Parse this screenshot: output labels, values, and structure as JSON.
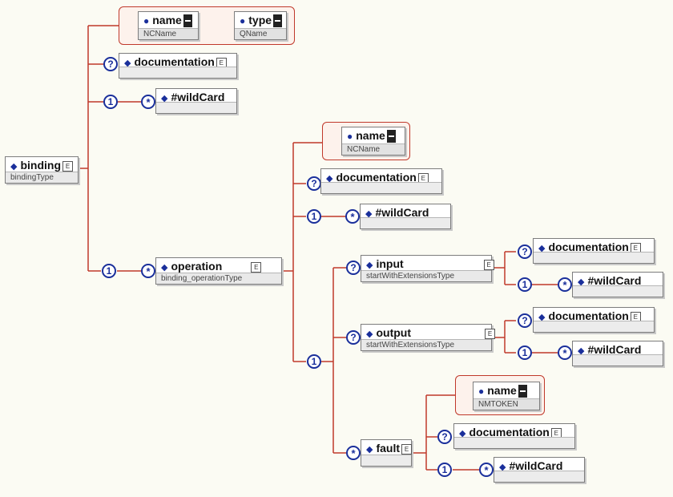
{
  "root": {
    "name": "binding",
    "type": "bindingType"
  },
  "attributes": {
    "name": {
      "label": "name",
      "type": "NCName"
    },
    "type": {
      "label": "type",
      "type": "QName"
    }
  },
  "binding_children": {
    "documentation": "documentation",
    "wildcard": "#wildCard",
    "operation": {
      "name": "operation",
      "type": "binding_operationType"
    }
  },
  "operation": {
    "attr_name": {
      "label": "name",
      "type": "NCName"
    },
    "documentation": "documentation",
    "wildcard": "#wildCard",
    "input": {
      "name": "input",
      "type": "startWithExtensionsType",
      "documentation": "documentation",
      "wildcard": "#wildCard"
    },
    "output": {
      "name": "output",
      "type": "startWithExtensionsType",
      "documentation": "documentation",
      "wildcard": "#wildCard"
    },
    "fault": {
      "name": "fault",
      "attr_name": {
        "label": "name",
        "type": "NMTOKEN"
      },
      "documentation": "documentation",
      "wildcard": "#wildCard"
    }
  },
  "cardinality": {
    "optional": "?",
    "one": "1",
    "many": "*"
  },
  "colors": {
    "connector": "#c0392b",
    "accent": "#1a2f9b"
  }
}
